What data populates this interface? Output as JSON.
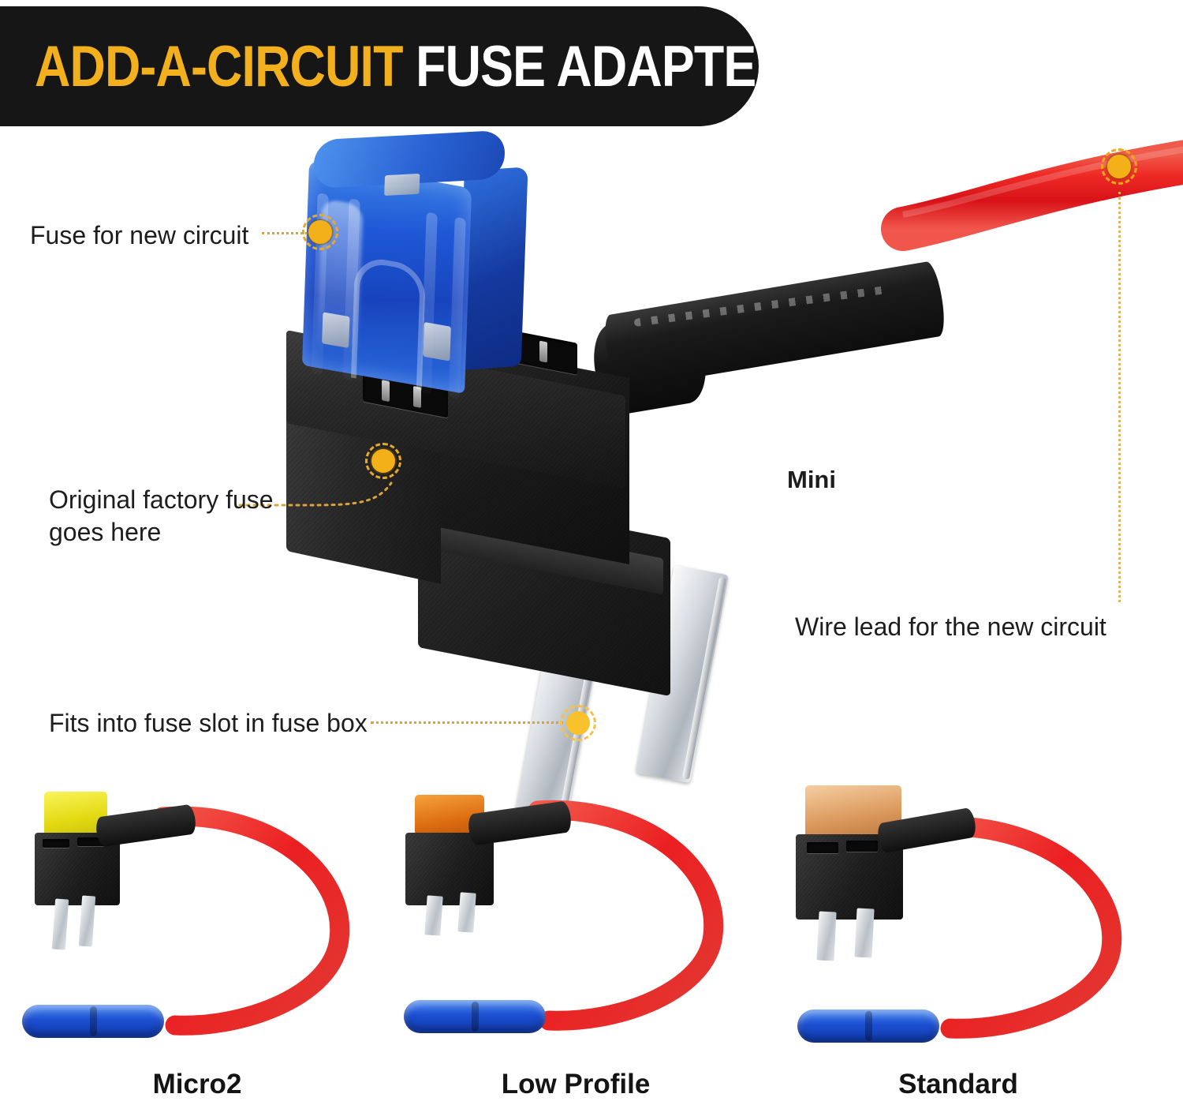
{
  "header": {
    "title_highlight": "ADD-A-CIRCUIT",
    "title_rest": " FUSE ADAPTER",
    "bg_color": "#161616",
    "highlight_color": "#F2B01E",
    "rest_color": "#FFFFFF"
  },
  "callouts": [
    {
      "id": "fuse-for-new-circuit",
      "text": "Fuse for new circuit"
    },
    {
      "id": "original-factory-fuse",
      "text": "Original factory fuse\ngoes here"
    },
    {
      "id": "fits-into-fuse-slot",
      "text": "Fits into fuse slot in fuse box"
    },
    {
      "id": "wire-lead",
      "text": "Wire lead for the new circuit"
    }
  ],
  "main_product": {
    "type_label": "Mini",
    "fuse_color": "#1F58D6",
    "holder_color": "#1d1d1d",
    "wire_color": "#ED2324",
    "blade_color": "#d6dae0"
  },
  "marker_color": "#F4B018",
  "leader_color": "#D9A33A",
  "variants": [
    {
      "name": "Micro2",
      "fuse_color": "#EFE81F",
      "wire_color": "#ED2324",
      "crimp_color": "#1C4FD2"
    },
    {
      "name": "Low Profile",
      "fuse_color": "#E2761A",
      "wire_color": "#ED2324",
      "crimp_color": "#1C4FD2"
    },
    {
      "name": "Standard",
      "fuse_color": "#E8A66A",
      "wire_color": "#ED2324",
      "crimp_color": "#1C4FD2"
    }
  ]
}
